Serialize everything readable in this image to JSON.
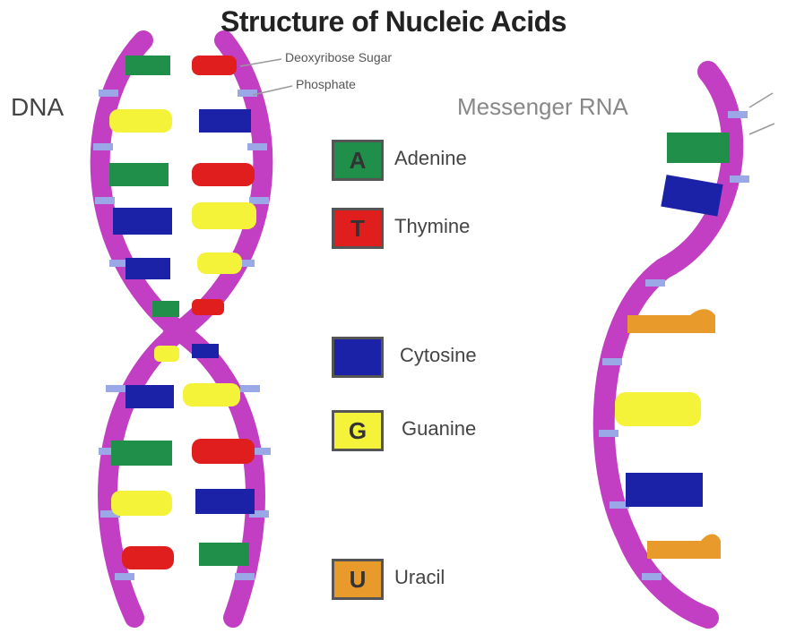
{
  "title": "Structure of Nucleic Acids",
  "labels": {
    "dna": "DNA",
    "mrna": "Messenger RNA",
    "sugar": "Deoxyribose Sugar",
    "phosphate": "Phosphate"
  },
  "legend": [
    {
      "letter": "A",
      "name": "Adenine",
      "color": "#1f8f4a"
    },
    {
      "letter": "T",
      "name": "Thymine",
      "color": "#e01e1e"
    },
    {
      "letter": "",
      "name": "Cytosine",
      "color": "#1c22a8"
    },
    {
      "letter": "G",
      "name": "Guanine",
      "color": "#f5f23a"
    },
    {
      "letter": "U",
      "name": "Uracil",
      "color": "#e89a2a"
    }
  ],
  "colors": {
    "backbone": "#c23fc4",
    "phosphate_band": "#9aa8e8"
  }
}
